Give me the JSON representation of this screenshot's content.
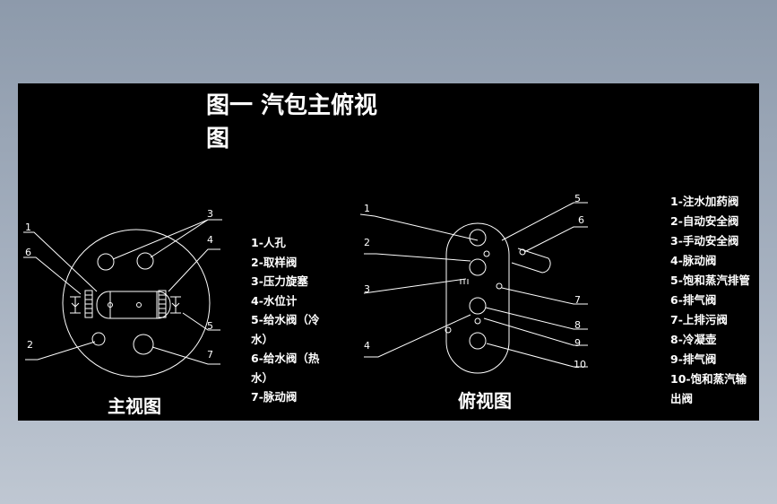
{
  "title": {
    "line1": "图一 汽包主俯视",
    "line2": "图"
  },
  "front_view": {
    "caption": "主视图",
    "callouts": {
      "n1": "1",
      "n6": "6",
      "n2": "2",
      "n3": "3",
      "n4": "4",
      "n5": "5",
      "n7": "7"
    },
    "legend": [
      "1-人孔",
      "2-取样阀",
      "3-压力旋塞",
      "4-水位计",
      "5-给水阀（冷",
      "水）",
      "6-给水阀（热",
      "水）",
      "7-脉动阀"
    ]
  },
  "top_view": {
    "caption": "俯视图",
    "callouts": {
      "n1": "1",
      "n2": "2",
      "n3": "3",
      "n4": "4",
      "n5": "5",
      "n6": "6",
      "n7": "7",
      "n8": "8",
      "n9": "9",
      "n10": "10"
    },
    "legend": [
      "1-注水加药阀",
      "2-自动安全阀",
      "3-手动安全阀",
      "4-脉动阀",
      "5-饱和蒸汽排管",
      "6-排气阀",
      "7-上排污阀",
      "8-冷凝壶",
      "9-排气阀",
      "10-饱和蒸汽输",
      "出阀"
    ]
  },
  "colors": {
    "background": "#000000",
    "line": "#ffffff"
  }
}
